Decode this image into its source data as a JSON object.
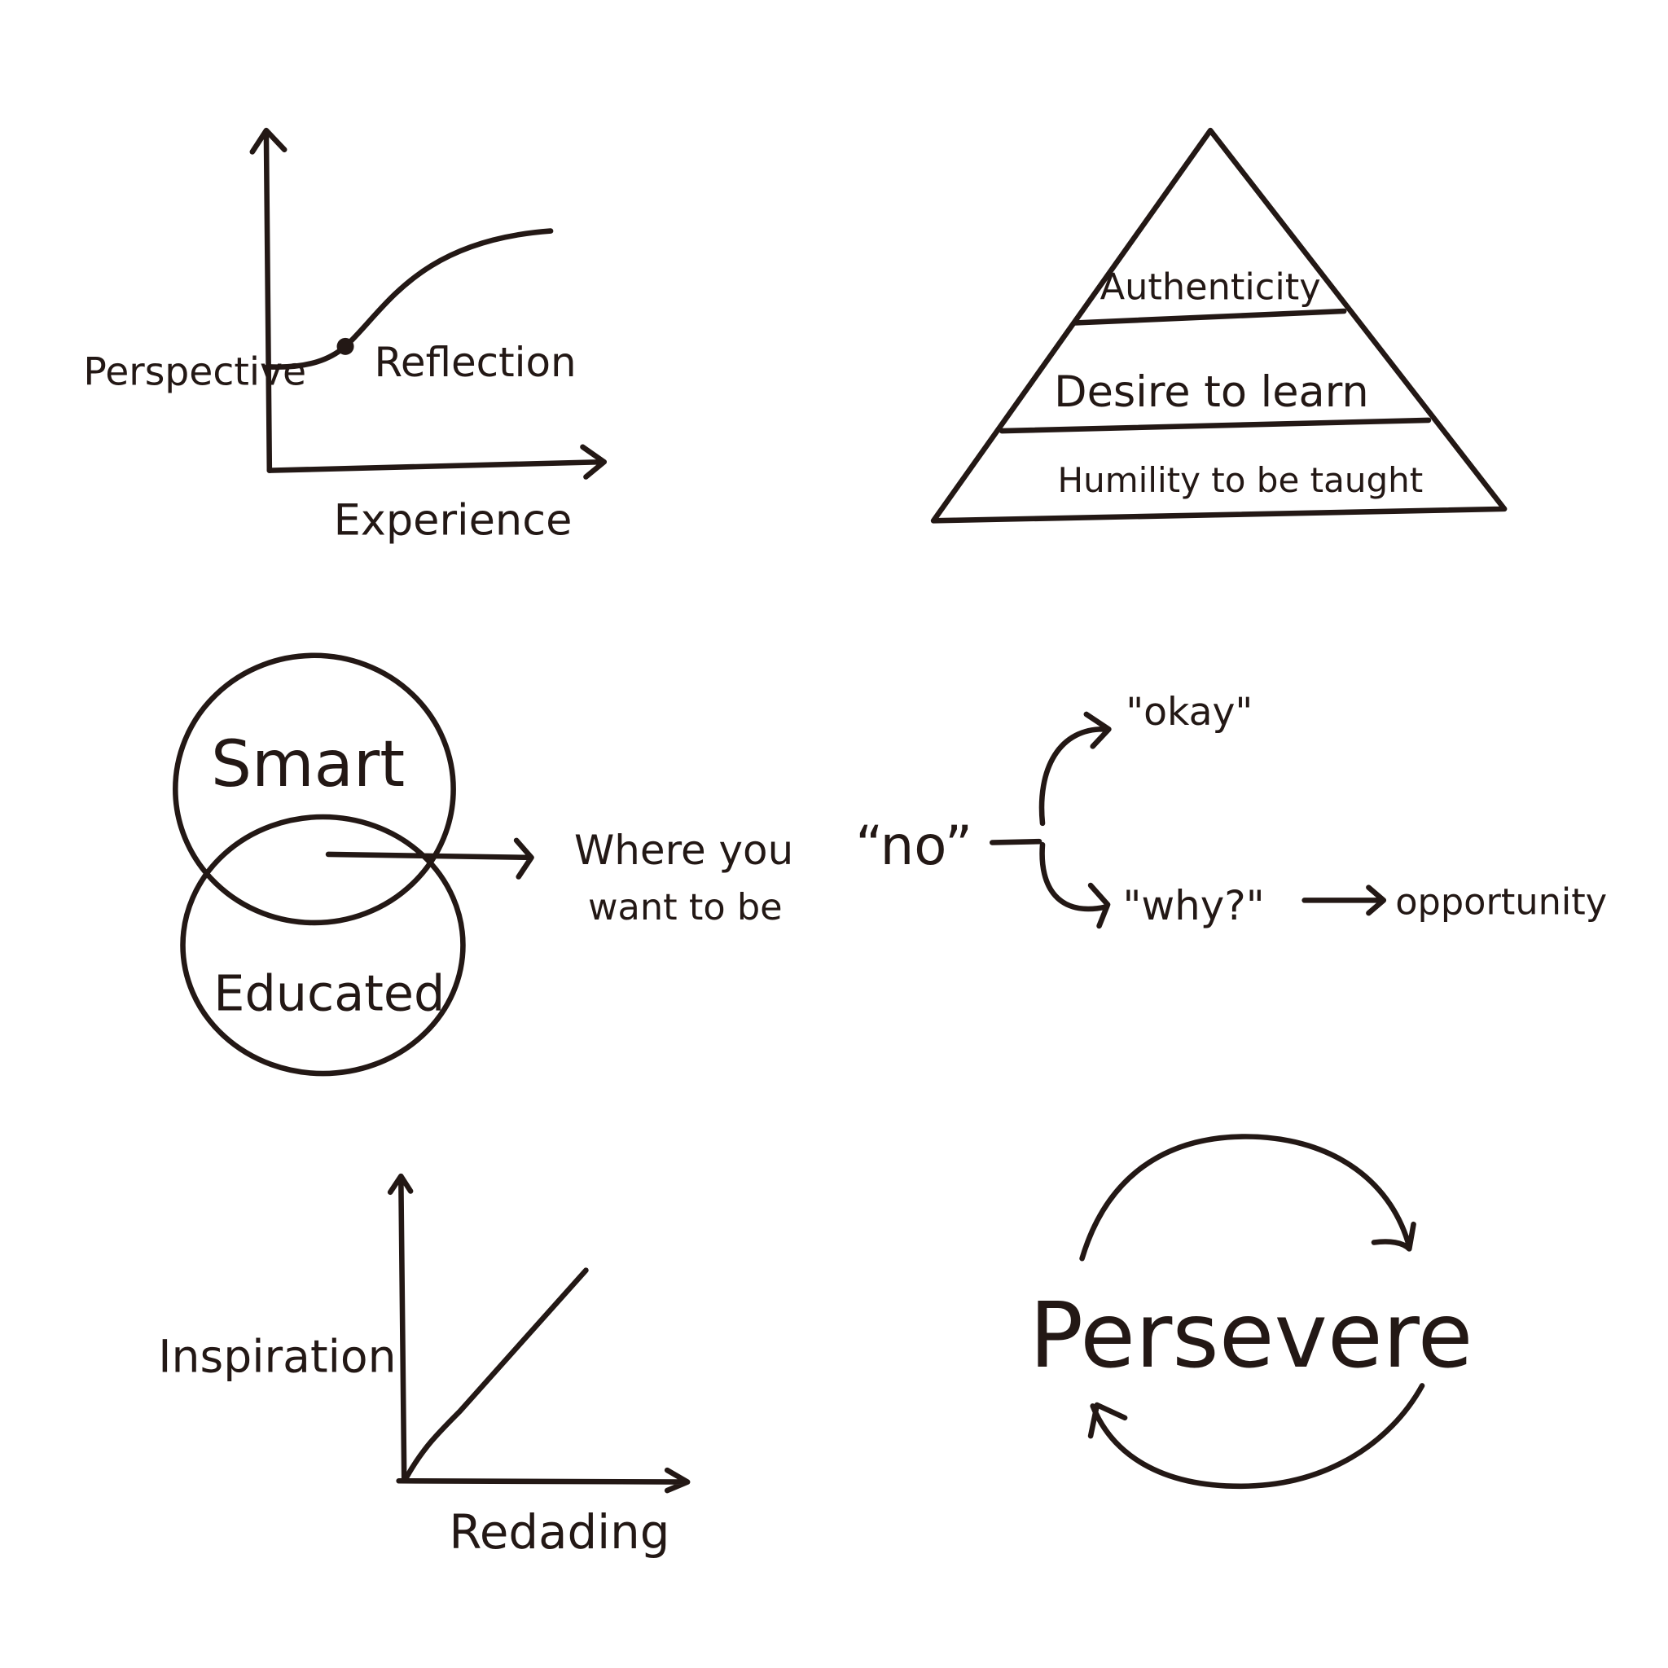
{
  "curve_chart": {
    "ylabel": "Perspective",
    "xlabel": "Experience",
    "point_label": "Reflection"
  },
  "pyramid": {
    "levels": [
      "Authenticity",
      "Desire to learn",
      "Humility to be taught"
    ]
  },
  "venn": {
    "top": "Smart",
    "bottom": "Educated",
    "arrow_target": [
      "Where you",
      "want to be"
    ]
  },
  "no_flow": {
    "start": "“no”",
    "branch_up": "\"okay\"",
    "branch_down": "\"why?\"",
    "result": "opportunity"
  },
  "line_chart": {
    "ylabel": "Inspiration",
    "xlabel": "Redading"
  },
  "cycle": {
    "label": "Persevere"
  },
  "ink_color": "#231815"
}
